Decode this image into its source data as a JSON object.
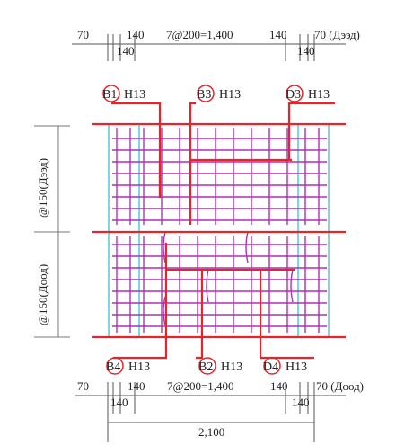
{
  "top_dims": {
    "left_end": "70",
    "left_bay": "140",
    "left_bay_lower": "140",
    "middle": "7@200=1,400",
    "right_bay": "140",
    "right_bay_lower": "140",
    "right_end": "70 (Дээд)"
  },
  "bottom_dims": {
    "left_end": "70",
    "left_bay": "140",
    "left_bay_lower": "140",
    "middle": "7@200=1,400",
    "right_bay": "140",
    "right_bay_lower": "140",
    "right_end": "70 (Доод)",
    "total": "2,100"
  },
  "side_dims": {
    "upper": "@150(Дээд)",
    "lower": "@150(Доод)"
  },
  "bar_tags": {
    "top": [
      {
        "mark": "B1",
        "size": "H13"
      },
      {
        "mark": "B3",
        "size": "H13"
      },
      {
        "mark": "D3",
        "size": "H13"
      }
    ],
    "bottom": [
      {
        "mark": "B4",
        "size": "H13"
      },
      {
        "mark": "B2",
        "size": "H13"
      },
      {
        "mark": "D4",
        "size": "H13"
      }
    ]
  },
  "colors": {
    "main_bar": "#e8232b",
    "mesh_bar": "#b02fb5",
    "stirrup": "#2fc6cf",
    "tag_circle": "#e8232b",
    "dimension": "#555555"
  }
}
